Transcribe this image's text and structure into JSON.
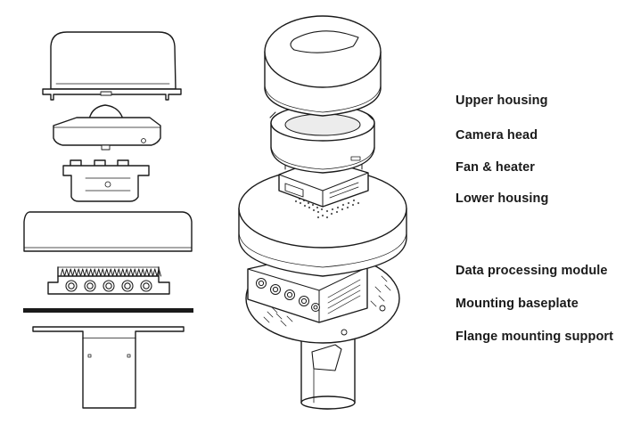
{
  "labels": {
    "upper_housing": "Upper housing",
    "camera_head": "Camera head",
    "fan_heater": "Fan & heater",
    "lower_housing": "Lower housing",
    "data_processing_module": "Data processing module",
    "mounting_baseplate": "Mounting baseplate",
    "flange_mounting_support": "Flange mounting support"
  },
  "colors": {
    "line": "#1a1a1a",
    "fill": "#ffffff",
    "shade": "#ececec",
    "text": "#1a1a1a"
  }
}
